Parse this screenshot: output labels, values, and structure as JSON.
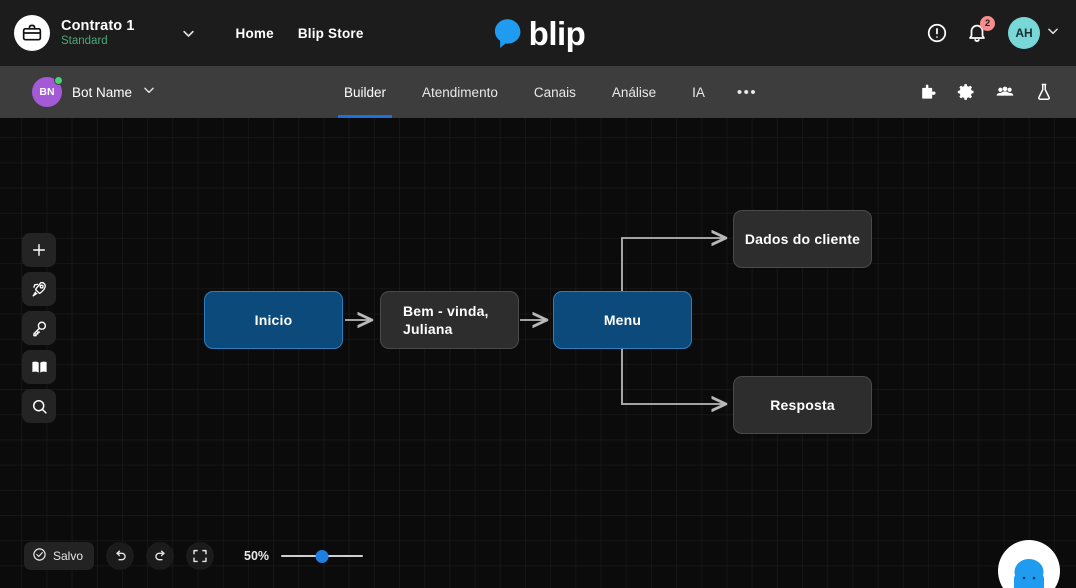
{
  "topbar": {
    "contract": {
      "name": "Contrato 1",
      "plan": "Standard",
      "avatar_icon": "briefcase-icon",
      "caret_icon": "chevron-down-icon"
    },
    "nav": [
      {
        "label": "Home",
        "name": "home"
      },
      {
        "label": "Blip Store",
        "name": "blip-store"
      }
    ],
    "brand": {
      "word": "blip",
      "logo_icon": "chat-bubble-icon",
      "color": "#1f9cf0"
    },
    "help_icon": "help-circle-icon",
    "notifications": {
      "icon": "bell-icon",
      "count": "2",
      "badge_color": "#f58e8e"
    },
    "user": {
      "initials": "AH",
      "avatar_color": "#7ad7d7",
      "caret_icon": "chevron-down-icon"
    }
  },
  "subbar": {
    "bot": {
      "initials": "BN",
      "name": "Bot Name",
      "avatar_color": "#a45ad6",
      "status_color": "#49d17a",
      "caret_icon": "chevron-down-icon"
    },
    "tabs": [
      {
        "label": "Builder",
        "active": true
      },
      {
        "label": "Atendimento",
        "active": false
      },
      {
        "label": "Canais",
        "active": false
      },
      {
        "label": "Análise",
        "active": false
      },
      {
        "label": "IA",
        "active": false
      }
    ],
    "overflow_label": "•••",
    "active_color": "#1f6fe0",
    "actions": [
      "puzzle-icon",
      "gear-icon",
      "people-icon",
      "flask-icon"
    ]
  },
  "canvas": {
    "tools": [
      "plus-icon",
      "rocket-icon",
      "key-icon",
      "book-icon",
      "search-icon"
    ],
    "nodes": [
      {
        "id": "inicio",
        "label": "Inicio",
        "style": "blue",
        "align": "center"
      },
      {
        "id": "bem-vinda",
        "label": "Bem - vinda,\nJuliana",
        "style": "dark",
        "align": "left"
      },
      {
        "id": "menu",
        "label": "Menu",
        "style": "blue",
        "align": "center"
      },
      {
        "id": "dados",
        "label": "Dados do cliente",
        "style": "dark",
        "align": "center"
      },
      {
        "id": "resposta",
        "label": "Resposta",
        "style": "dark",
        "align": "center"
      }
    ]
  },
  "bottombar": {
    "saved_label": "Salvo",
    "saved_icon": "check-circle-icon",
    "undo_icon": "undo-icon",
    "redo_icon": "redo-icon",
    "fit_icon": "fit-screen-icon",
    "zoom_level": "50%",
    "slider_color": "#1f7fe0"
  },
  "fab": {
    "icon": "blip-mascot-icon",
    "color": "#1f9cf0"
  }
}
